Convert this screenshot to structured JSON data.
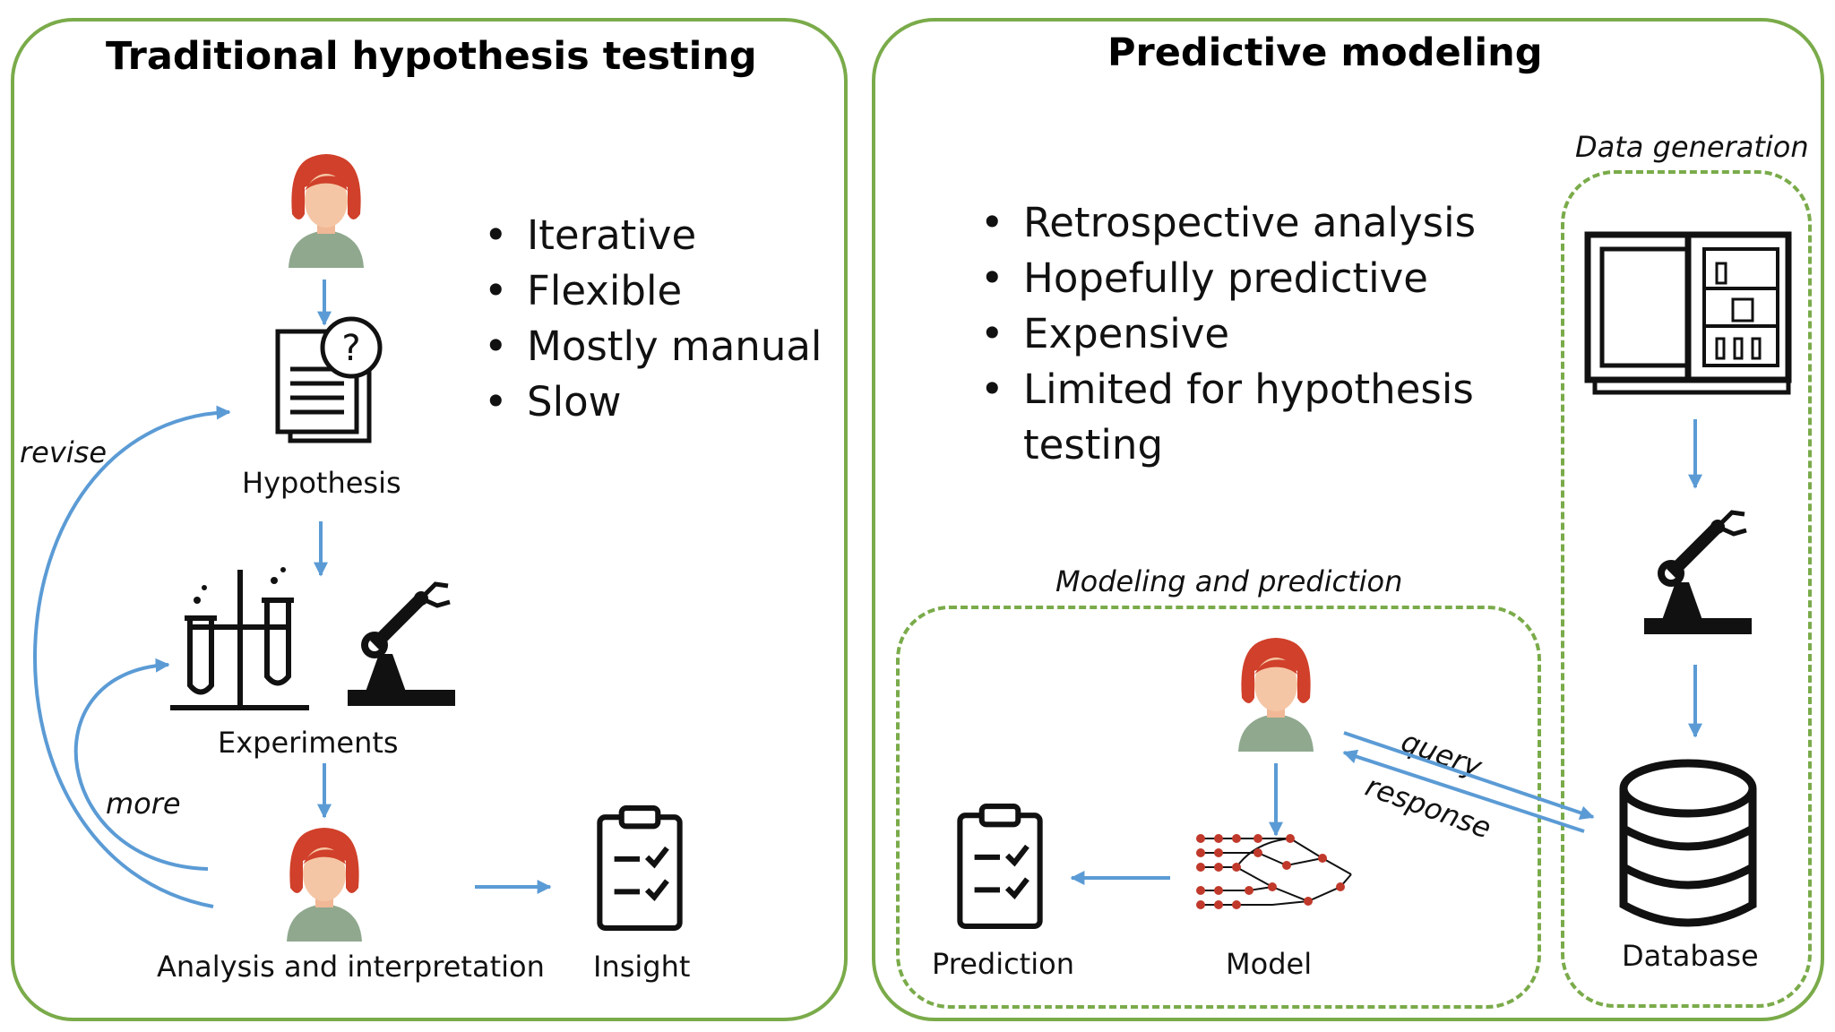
{
  "left": {
    "title": "Traditional hypothesis testing",
    "bullets": [
      "Iterative",
      "Flexible",
      "Mostly manual",
      "Slow"
    ],
    "labels": {
      "hypothesis": "Hypothesis",
      "experiments": "Experiments",
      "analysis": "Analysis and interpretation",
      "insight": "Insight",
      "revise": "revise",
      "more": "more"
    }
  },
  "right": {
    "title": "Predictive modeling",
    "bullets": [
      "Retrospective analysis",
      "Hopefully predictive",
      "Expensive",
      "Limited for hypothesis testing"
    ],
    "data_generation_label": "Data generation",
    "modeling_label": "Modeling and prediction",
    "labels": {
      "prediction": "Prediction",
      "model": "Model",
      "database": "Database",
      "query": "query",
      "response": "response"
    }
  },
  "colors": {
    "panel_border": "#7aab4a",
    "arrow": "#5b9bd5",
    "hair": "#d0402a",
    "skin": "#f5c6a5",
    "shirt": "#8fa88e",
    "node": "#c0392b"
  }
}
